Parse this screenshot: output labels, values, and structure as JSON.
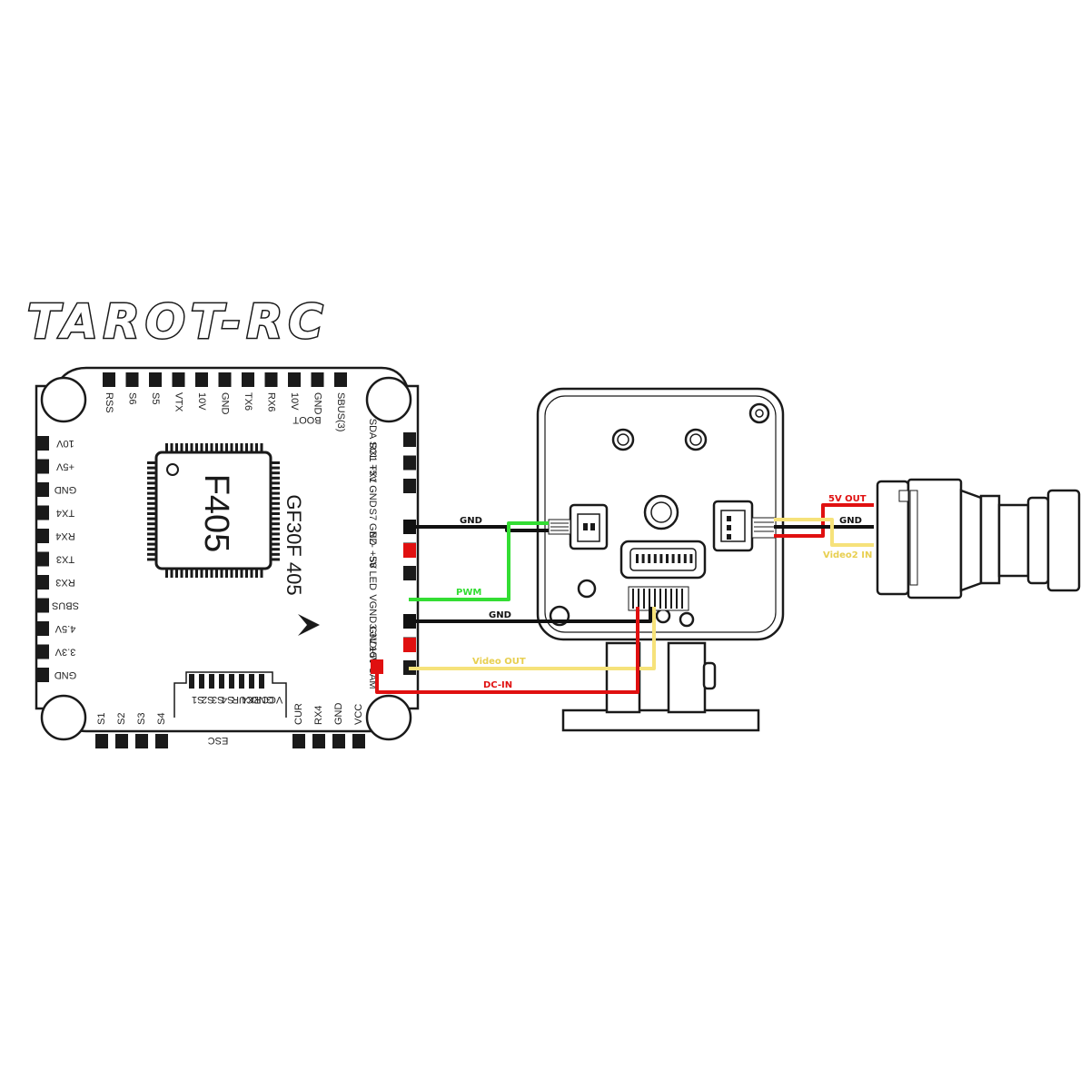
{
  "brand": {
    "logo_text": "TAROT-RC"
  },
  "fc": {
    "chip_label": "F405",
    "model_label": "GF30F 405",
    "esc_label": "ESC",
    "top_pads": [
      "RSS",
      "S6",
      "S5",
      "VTX",
      "10V",
      "GND",
      "TX6",
      "RX6",
      "10V",
      "GND",
      "SBUS(3)"
    ],
    "boot_label": "BOOT",
    "left_pads": [
      "10V",
      "+5V",
      "GND",
      "TX4",
      "RX4",
      "TX3",
      "RX3",
      "SBUS",
      "4.5V",
      "3.3V",
      "GND"
    ],
    "right_top_rows": [
      "SDA SCL",
      "RX1 TX1",
      "+5V GND"
    ],
    "right_mid_rows": [
      "S7 GND",
      "BZ- +5V",
      "S8 LED"
    ],
    "right_bot_rows": [
      "VGND GND",
      "3.3V +5V",
      "10V CAM"
    ],
    "bottom_pads": [
      "S1",
      "S2",
      "S3",
      "S4",
      "CUR",
      "RX4",
      "GND",
      "VCC"
    ],
    "esc_connector_labels": [
      "S1",
      "S2",
      "S3",
      "S4",
      "CUR",
      "RX4",
      "GND",
      "VCC"
    ]
  },
  "wires": {
    "gnd_top": "GND",
    "pwm": "PWM",
    "gnd_mid": "GND",
    "video_out": "Video OUT",
    "dc_in": "DC-IN",
    "cam_5v_out": "5V OUT",
    "cam_gnd": "GND",
    "cam_video_in": "Video2 IN"
  },
  "colors": {
    "black_wire": "#111111",
    "green_wire": "#33dd33",
    "red_wire": "#e01010",
    "yellow_wire": "#f6e27a",
    "pad": "#1a1a1a"
  }
}
